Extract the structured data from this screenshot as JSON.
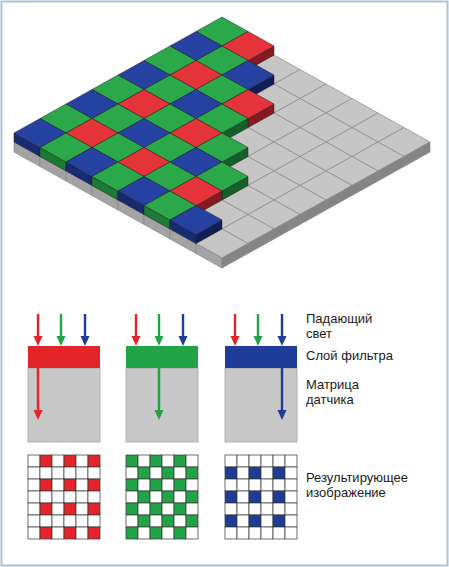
{
  "diagram": {
    "labels": [
      "Падающий свет",
      "Слой фильтра",
      "Матрица датчика",
      "Результирующее изображение"
    ]
  }
}
